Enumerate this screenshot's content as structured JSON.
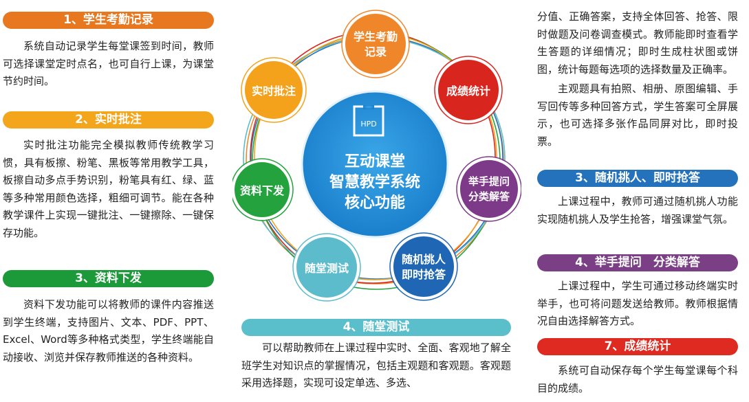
{
  "left": [
    {
      "title": "1、学生考勤记录",
      "color": "#e8781f",
      "text": "系统自动记录学生每堂课签到时间，教师可选择课堂定时点名，也可自行上课，为课堂节约时间。"
    },
    {
      "title": "2、实时批注",
      "color": "#f3a51c",
      "text": "实时批注功能完全模拟教师传统教学习惯，具有板擦、粉笔、黑板等常用教学工具，板擦自动多点手势识别，粉笔具有红、绿、蓝等多种常用颜色选择，粗细可调节。能在各种教学课件上实现一键批注、一键擦除、一键保存功能。"
    },
    {
      "title": "3、资料下发",
      "color": "#1c9a3a",
      "text": "资料下发功能可以将教师的课件内容推送到学生终端，支持图片、文本、PDF、PPT、Excel、Word等多种格式类型，学生终端能自动接收、浏览并保存教师推送的各种资料。"
    }
  ],
  "middle": {
    "title": "4、随堂测试",
    "color": "#5bbfcb",
    "text": "可以帮助教师在上课过程中实时、全面、客观地了解全班学生对知识点的掌握情况，包括主观题和客观题。客观题采用选择题，实现可设定单选、多选、"
  },
  "right": {
    "continuation1": "分值、正确答案，支持全体回答、抢答、限时做题及问卷调查模式。教师能即时查看学生答题的详细情况；即时生成柱状图或饼图，统计每题每选项的选择数量及正确率。",
    "continuation2": "主观题具有拍照、相册、原图编辑、手写回传等多种回答方式，学生答案可全屏展示，也可选择多张作品同屏对比，即时投票。",
    "sections": [
      {
        "title": "3、随机挑人、即时抢答",
        "color": "#2472bb",
        "text": "上课过程中，教师可通过随机挑人功能实现随机挑人及学生抢答，增强课堂气氛。"
      },
      {
        "title": "4、举手提问　分类解答",
        "color": "#7b3f86",
        "text": "上课过程中，学生可通过移动终端实时举手，也可将问题发送给教师。教师根据情况自由选择解答方式。"
      },
      {
        "title": "7、成绩统计",
        "color": "#de2a20",
        "text": "系统可自动保存每个学生每堂课每个科目的成绩。"
      }
    ]
  },
  "diagram": {
    "logo": "HPD",
    "center": [
      "互动课堂",
      "智慧教学系统",
      "核心功能"
    ],
    "nodes": [
      {
        "lines": [
          "学生考勤",
          "记录"
        ],
        "color": "#f0862a"
      },
      {
        "lines": [
          "成绩统计"
        ],
        "color": "#d8261e"
      },
      {
        "lines": [
          "举手提问",
          "分类解答"
        ],
        "color": "#7d3a88"
      },
      {
        "lines": [
          "随机挑人",
          "即时抢答"
        ],
        "color": "#1f67b5"
      },
      {
        "lines": [
          "随堂测试"
        ],
        "color": "#5cbccb"
      },
      {
        "lines": [
          "资料下发"
        ],
        "color": "#23a23e"
      },
      {
        "lines": [
          "实时批注"
        ],
        "color": "#f4a21c"
      }
    ]
  }
}
